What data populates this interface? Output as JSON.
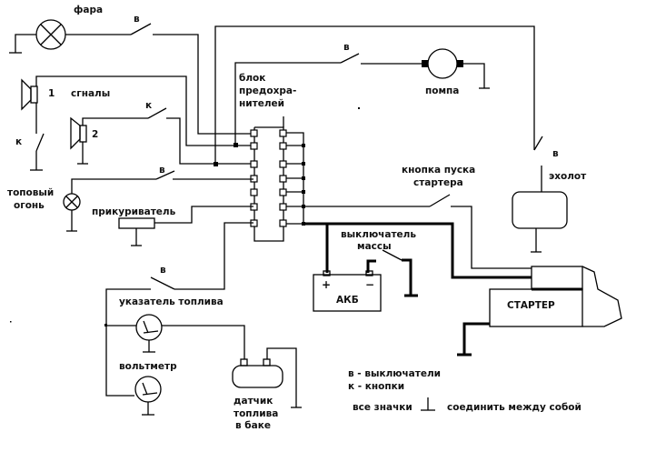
{
  "diagram": {
    "title": "Boat electrical wiring scheme",
    "components": {
      "headlight": "фара",
      "horns": "сгналы",
      "horn1_num": "1",
      "horn2_num": "2",
      "fuse_block_line1": "блок",
      "fuse_block_line2": "предохра-",
      "fuse_block_line3": "нителей",
      "pump": "помпа",
      "masthead_light_line1": "топовый",
      "masthead_light_line2": "огонь",
      "cigarette_lighter": "прикуриватель",
      "starter_button_line1": "кнопка пуска",
      "starter_button_line2": "стартера",
      "echo_sounder": "эхолот",
      "mass_switch_line1": "выключатель",
      "mass_switch_line2": "массы",
      "battery": "АКБ",
      "battery_plus": "+",
      "battery_minus": "−",
      "starter": "СТАРТЕР",
      "fuel_gauge": "указатель топлива",
      "voltmeter": "вольтметр",
      "fuel_sensor_line1": "датчик",
      "fuel_sensor_line2": "топлива",
      "fuel_sensor_line3": "в баке"
    },
    "switch_labels": {
      "headlight_switch": "в",
      "pump_switch": "в",
      "horn1_button": "к",
      "horn2_button": "к",
      "masthead_switch": "в",
      "echo_switch": "в",
      "gauges_switch": "в"
    },
    "legend": {
      "switches": "в - выключатели",
      "buttons": "к - кнопки",
      "ground_prefix": "все значки",
      "ground_suffix": "соединить между собой"
    }
  }
}
